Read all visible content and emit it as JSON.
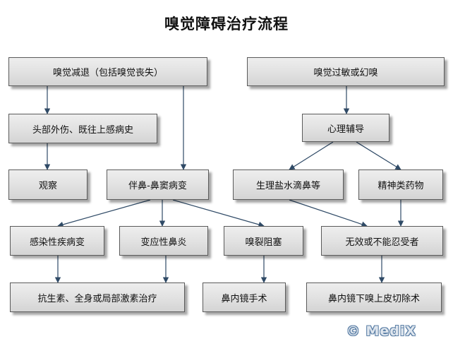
{
  "title": "嗅觉障碍治疗流程",
  "nodes": {
    "olfactory_decline": "嗅觉减退（包括嗅觉丧失）",
    "head_trauma_uri": "头部外伤、既往上感病史",
    "observe": "观察",
    "nasal_sinus_disease": "伴鼻-鼻窦病变",
    "infectious_disease": "感染性疾病变",
    "allergic_rhinitis": "变应性鼻炎",
    "olfactory_cleft_block": "嗅裂阻塞",
    "antibiotics_steroids": "抗生素、全身或局部激素治疗",
    "endoscopic_surgery": "鼻内镜手术",
    "parosmia_phantosmia": "嗅觉过敏或幻嗅",
    "psych_counseling": "心理辅导",
    "saline_drops": "生理盐水滴鼻等",
    "psychotropic_drugs": "精神类药物",
    "ineffective_intolerant": "无效或不能忍受者",
    "epithelium_excision": "鼻内镜下嗅上皮切除术"
  },
  "watermark": "© MediX",
  "colors": {
    "box_border": "#5a5a5a",
    "arrow": "#2f4a66",
    "watermark_fill": "#dfe6ee",
    "watermark_outline": "#5b7fa6"
  }
}
